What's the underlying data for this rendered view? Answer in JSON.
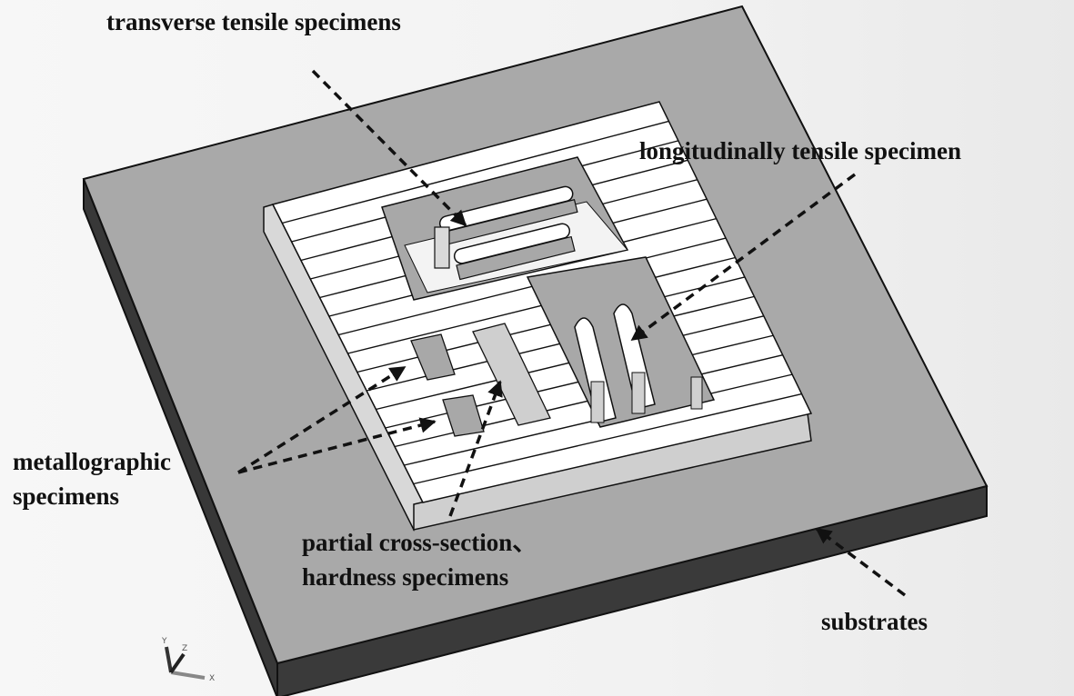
{
  "figure": {
    "subject": "substrate plate with deposited block and extracted specimen locations",
    "colors": {
      "background": "#f2f2f2",
      "substrate_top": "#a9a9a9",
      "substrate_side": "#3a3a3a",
      "deposit_top": "#ffffff",
      "deposit_side": "#d4d4d4",
      "cavity": "#a6a6a6",
      "outline": "#111111"
    }
  },
  "labels": {
    "transverse": "transverse tensile specimens",
    "longitudinal": "longitudinally tensile specimen",
    "metallographic_line1": "metallographic",
    "metallographic_line2": "specimens",
    "partial_line1": "partial cross-section、",
    "partial_line2": "hardness specimens",
    "substrates": "substrates"
  },
  "axis_triad": {
    "x": "X",
    "y": "Y",
    "z": "Z"
  }
}
